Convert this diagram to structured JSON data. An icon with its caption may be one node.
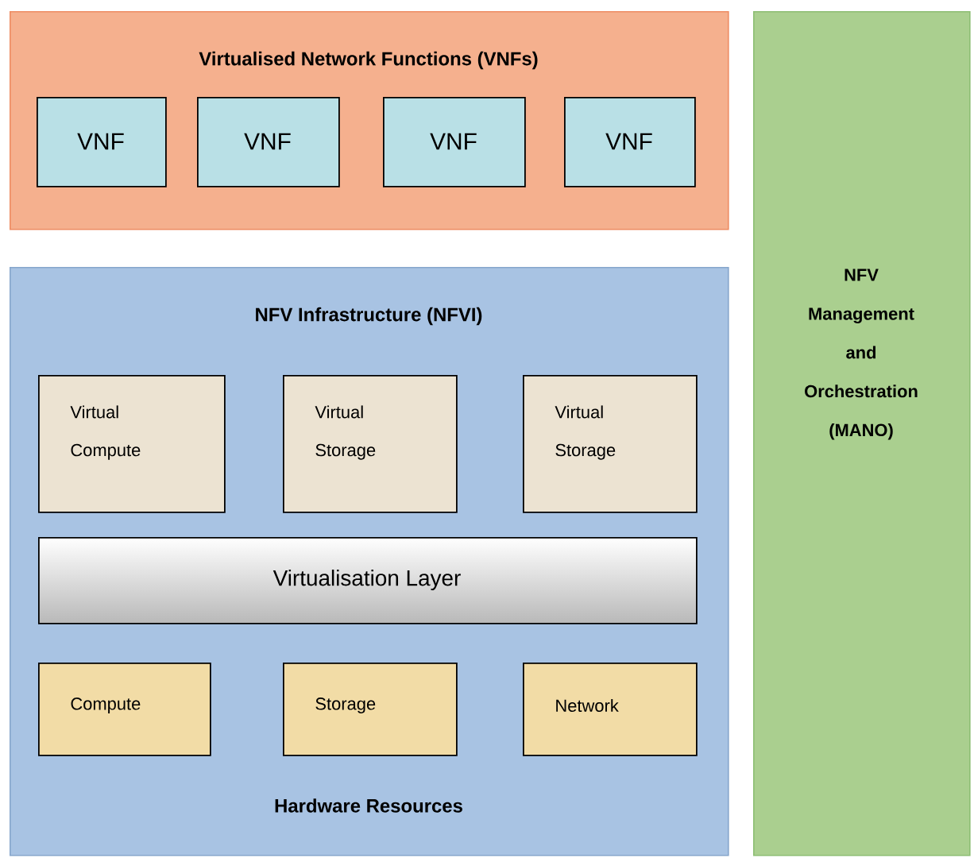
{
  "diagram": {
    "nodes": [
      {
        "text": [
          "Virtualised Network Functions (VNFs)"
        ]
      },
      {
        "text": [
          "VNF"
        ],
        "in": 0
      },
      {
        "text": [
          "VNF"
        ],
        "in": 0
      },
      {
        "text": [
          "VNF"
        ],
        "in": 0
      },
      {
        "text": [
          "VNF"
        ],
        "in": 0
      },
      {
        "text": [
          "NFV Infrastructure (NFVI)",
          "Hardware Resources"
        ]
      },
      {
        "text": [
          "Virtual Compute"
        ],
        "in": 5
      },
      {
        "text": [
          "Virtual Storage"
        ],
        "in": 5
      },
      {
        "text": [
          "Virtual Storage"
        ],
        "in": 5
      },
      {
        "text": [
          "Virtualisation Layer"
        ],
        "in": 5
      },
      {
        "text": [
          "Compute"
        ],
        "in": 5
      },
      {
        "text": [
          "Storage"
        ],
        "in": 5
      },
      {
        "text": [
          "Network"
        ],
        "in": 5
      },
      {
        "text": [
          "NFV Management and Orchestration (MANO)"
        ]
      }
    ]
  }
}
